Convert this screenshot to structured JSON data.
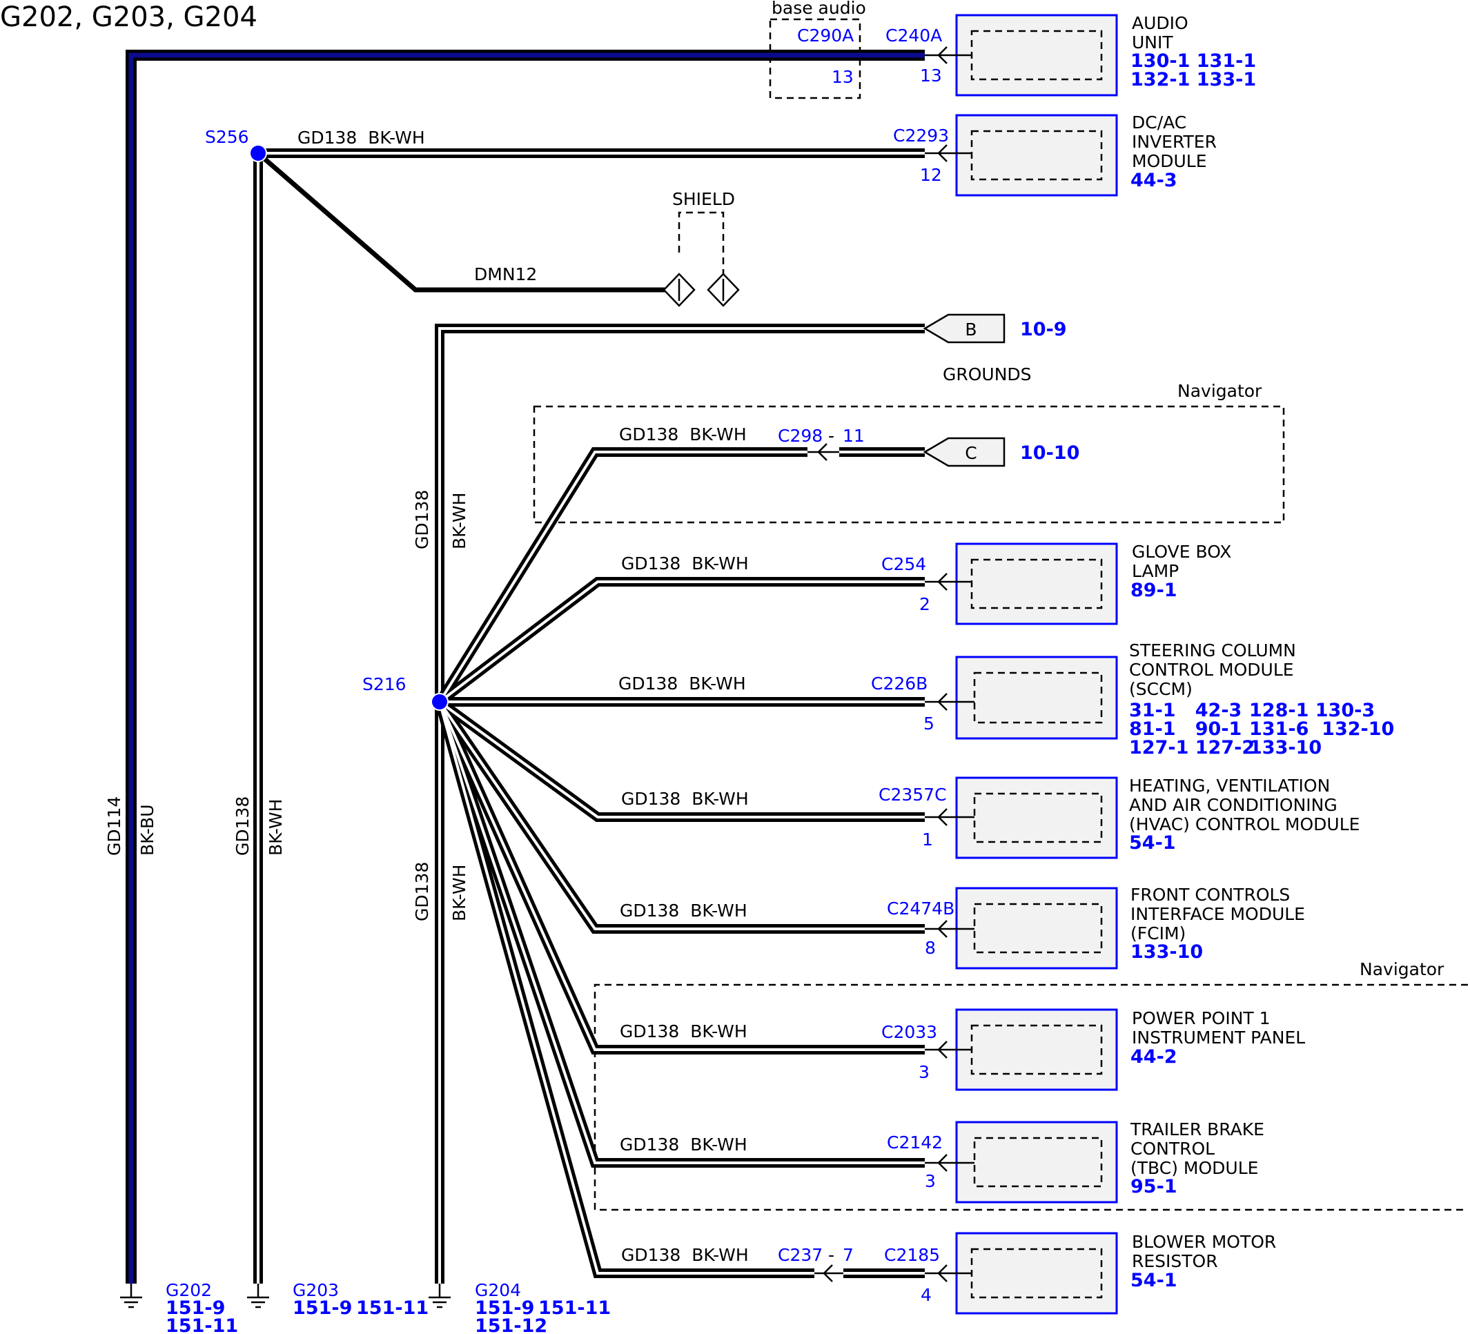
{
  "title": "G202, G203, G204",
  "colors": {
    "label_blue": "#0000ff",
    "wire_bu": "#0b0b8c",
    "box_fill": "#f2f2f2"
  },
  "optional_groups": {
    "base_audio": "base audio",
    "shield": "SHIELD",
    "navigator_1": "Navigator",
    "navigator_2": "Navigator",
    "grounds": "GROUNDS"
  },
  "splices": {
    "s256": "S256",
    "s216": "S216"
  },
  "wires": {
    "gd114": "GD114",
    "bk_bu": "BK-BU",
    "gd138": "GD138",
    "bk_wh": "BK-WH",
    "s256_top": "GD138  BK-WH",
    "dmn12": "DMN12",
    "trunk_upper_circuit": "GD138",
    "trunk_upper_color": "BK-WH",
    "trunk_lower_circuit": "GD138",
    "trunk_lower_color": "BK-WH",
    "branch_label": "GD138  BK-WH"
  },
  "connectors": {
    "c290a": "C290A",
    "c290a_pin": "13",
    "c240a": "C240A",
    "c240a_pin": "13",
    "c2293": "C2293",
    "c2293_pin": "12",
    "c298": "C298",
    "c298_pin": "11",
    "c254": "C254",
    "c254_pin": "2",
    "c226b": "C226B",
    "c226b_pin": "5",
    "c2357c": "C2357C",
    "c2357c_pin": "1",
    "c2474b": "C2474B",
    "c2474b_pin": "8",
    "c2033": "C2033",
    "c2033_pin": "3",
    "c2142": "C2142",
    "c2142_pin": "3",
    "c237": "C237",
    "c237_pin": "7",
    "c2185": "C2185",
    "c2185_pin": "4",
    "dash": "-"
  },
  "page_refs": {
    "b": {
      "letter": "B",
      "ref": "10-9"
    },
    "c": {
      "letter": "C",
      "ref": "10-10"
    }
  },
  "components": {
    "audio": {
      "name": [
        "AUDIO",
        "UNIT"
      ],
      "refs": [
        "130-1 131-1",
        "132-1 133-1"
      ]
    },
    "inverter": {
      "name": [
        "DC/AC",
        "INVERTER",
        "MODULE"
      ],
      "refs": [
        "44-3"
      ]
    },
    "glove": {
      "name": [
        "GLOVE BOX",
        "LAMP"
      ],
      "refs": [
        "89-1"
      ]
    },
    "sccm": {
      "name": [
        "STEERING COLUMN",
        "CONTROL MODULE",
        "(SCCM)"
      ],
      "refs": [
        "31-1   42-3",
        "81-1   90-1",
        "127-1 127-2",
        "128-1 130-3",
        "131-6  132-10",
        "133-10"
      ]
    },
    "hvac": {
      "name": [
        "HEATING, VENTILATION",
        "AND AIR CONDITIONING",
        "(HVAC) CONTROL MODULE"
      ],
      "refs": [
        "54-1"
      ]
    },
    "fcim": {
      "name": [
        "FRONT CONTROLS",
        "INTERFACE MODULE",
        "(FCIM)"
      ],
      "refs": [
        "133-10"
      ]
    },
    "power": {
      "name": [
        "POWER POINT 1",
        "INSTRUMENT PANEL"
      ],
      "refs": [
        "44-2"
      ]
    },
    "tbc": {
      "name": [
        "TRAILER BRAKE",
        "CONTROL",
        "(TBC) MODULE"
      ],
      "refs": [
        "95-1"
      ]
    },
    "blower": {
      "name": [
        "BLOWER MOTOR",
        "RESISTOR"
      ],
      "refs": [
        "54-1"
      ]
    }
  },
  "grounds": {
    "g202": {
      "id": "G202",
      "refs": [
        "151-9",
        "151-11"
      ]
    },
    "g203": {
      "id": "G203",
      "refs": [
        "151-9",
        "151-11"
      ]
    },
    "g204": {
      "id": "G204",
      "refs": [
        "151-9",
        "151-11",
        "151-12"
      ]
    }
  }
}
